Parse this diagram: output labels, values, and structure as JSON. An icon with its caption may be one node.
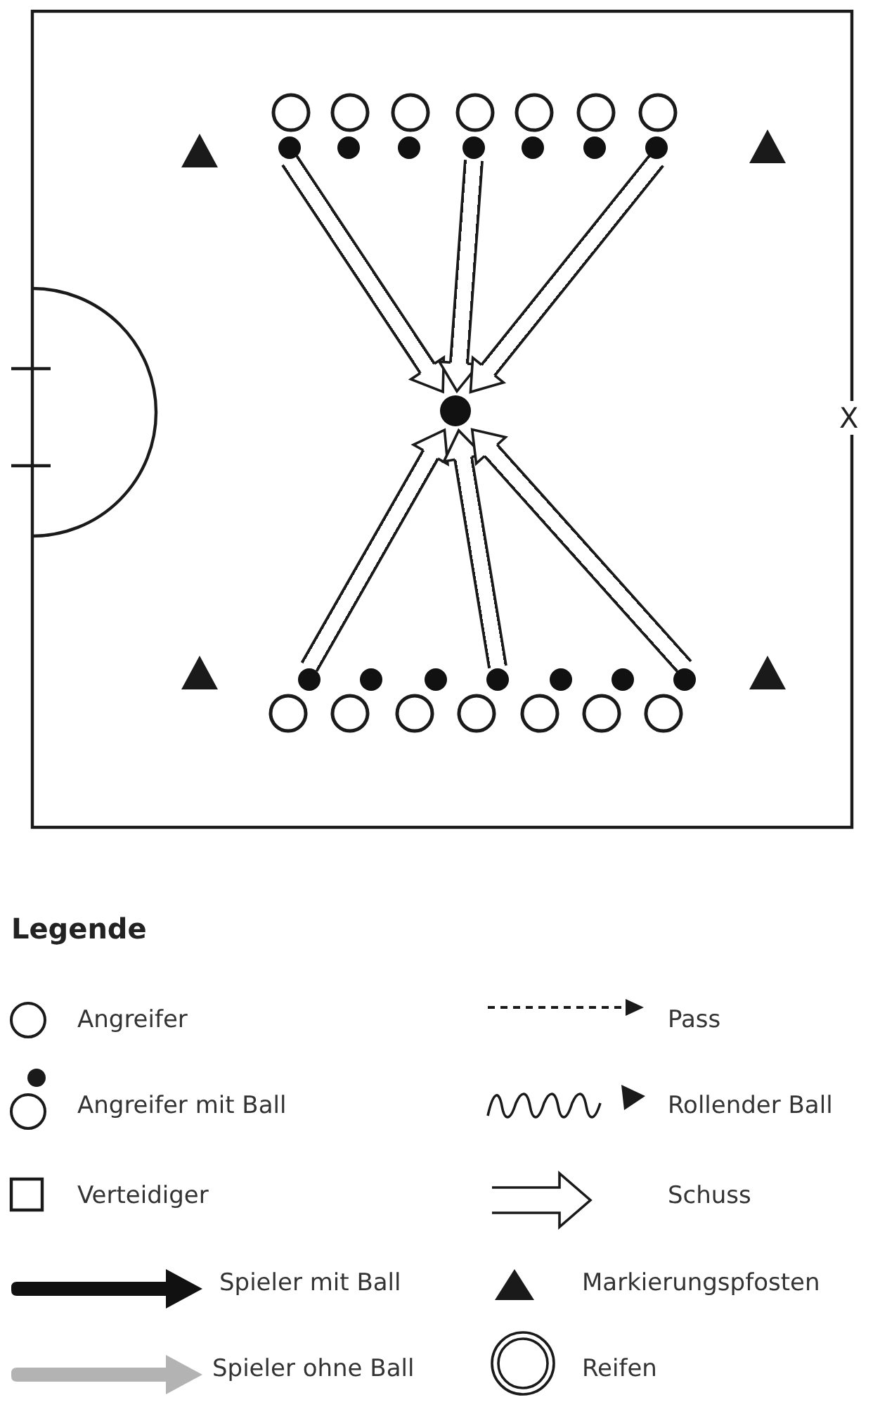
{
  "diagram": {
    "nodes": [
      {
        "text": [],
        "shape": "circle"
      },
      {
        "text": [],
        "shape": "circle"
      },
      {
        "text": [],
        "shape": "circle"
      },
      {
        "text": [],
        "shape": "circle"
      },
      {
        "text": [],
        "shape": "circle"
      },
      {
        "text": [],
        "shape": "circle"
      },
      {
        "text": [],
        "shape": "circle"
      },
      {
        "text": [],
        "shape": "circle"
      },
      {
        "text": [],
        "shape": "circle"
      },
      {
        "text": [],
        "shape": "circle"
      },
      {
        "text": [],
        "shape": "circle"
      },
      {
        "text": [],
        "shape": "circle"
      },
      {
        "text": [],
        "shape": "circle"
      },
      {
        "text": [],
        "shape": "circle"
      },
      {
        "text": [],
        "shape": "circle"
      }
    ],
    "edges": [
      {
        "from": 0,
        "to": 14,
        "arrow": "to"
      },
      {
        "from": 3,
        "to": 14,
        "arrow": "to"
      },
      {
        "from": 6,
        "to": 14,
        "arrow": "to"
      },
      {
        "from": 7,
        "to": 14,
        "arrow": "to"
      },
      {
        "from": 10,
        "to": 14,
        "arrow": "to"
      },
      {
        "from": 13,
        "to": 14,
        "arrow": "to"
      }
    ],
    "labels": [
      "X",
      "Legende"
    ],
    "legend": [
      {
        "text": "Angreifer"
      },
      {
        "text": "Pass"
      },
      {
        "text": "Angreifer mit Ball"
      },
      {
        "text": "Rollender Ball"
      },
      {
        "text": "Verteidiger"
      },
      {
        "text": "Schuss"
      },
      {
        "text": "Spieler mit Ball"
      },
      {
        "text": "Markierungspfosten"
      },
      {
        "text": "Spieler ohne Ball"
      },
      {
        "text": "Reifen"
      }
    ]
  }
}
